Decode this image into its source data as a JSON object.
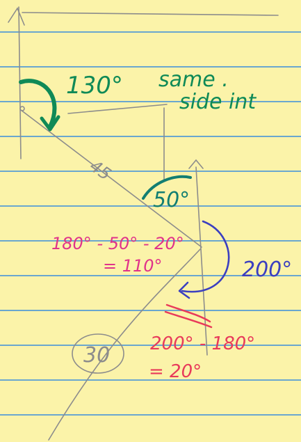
{
  "paper": {
    "background": "#fbf3a9",
    "rule_color": "#6aa7cf"
  },
  "ink": {
    "green": "#0f8a57",
    "teal": "#127e72",
    "pink": "#e0338a",
    "red": "#e83a5a",
    "blue": "#3b3fc0",
    "pencil": "#8c8c8c"
  },
  "labels": {
    "angle_130": "130°",
    "same_side_line1": "same .",
    "same_side_line2": "side int",
    "side_45": "45",
    "angle_50": "50°",
    "calc1_line1": "180° - 50° - 20°",
    "calc1_line2": "= 110°",
    "angle_200": "200°",
    "calc2_line1": "200° - 180°",
    "calc2_line2": "= 20°",
    "side_30": "30"
  }
}
